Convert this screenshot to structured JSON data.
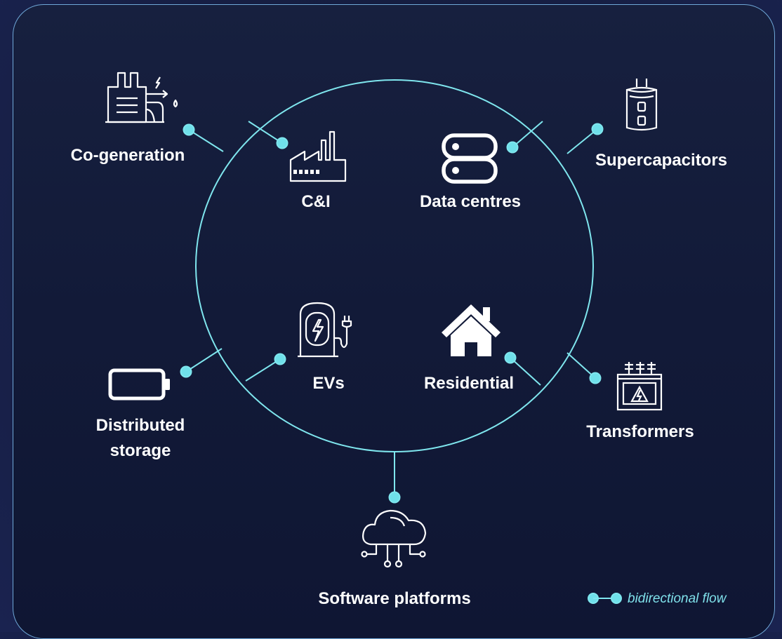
{
  "colors": {
    "accent": "#6fe0ea",
    "circle": "#7fe6ee",
    "icon": "#ffffff",
    "text": "#ffffff"
  },
  "inner_nodes": [
    {
      "id": "c-and-i",
      "label": "C&I",
      "icon": "factory-icon"
    },
    {
      "id": "data-centres",
      "label": "Data centres",
      "icon": "server-icon"
    },
    {
      "id": "evs",
      "label": "EVs",
      "icon": "ev-charger-icon"
    },
    {
      "id": "residential",
      "label": "Residential",
      "icon": "house-icon"
    }
  ],
  "outer_nodes": [
    {
      "id": "co-generation",
      "label": "Co-generation",
      "icon": "power-plant-icon"
    },
    {
      "id": "supercapacitors",
      "label": "Supercapacitors",
      "icon": "capacitor-icon"
    },
    {
      "id": "distributed-storage",
      "label_line1": "Distributed",
      "label_line2": "storage",
      "icon": "battery-icon"
    },
    {
      "id": "transformers",
      "label": "Transformers",
      "icon": "transformer-icon"
    },
    {
      "id": "software-platforms",
      "label": "Software platforms",
      "icon": "cloud-network-icon"
    }
  ],
  "legend": {
    "text": "bidirectional flow",
    "icon": "bidirectional-connector-icon"
  }
}
